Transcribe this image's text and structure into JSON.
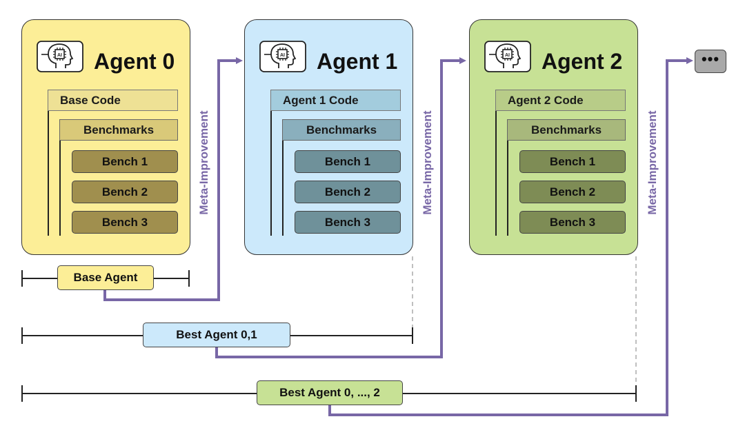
{
  "agents": [
    {
      "title": "Agent 0",
      "code_label": "Base Code",
      "benchmarks_label": "Benchmarks",
      "benches": [
        "Bench 1",
        "Bench 2",
        "Bench 3"
      ],
      "icon": "ai-head-icon",
      "color": "#fcee97"
    },
    {
      "title": "Agent 1",
      "code_label": "Agent 1 Code",
      "benchmarks_label": "Benchmarks",
      "benches": [
        "Bench 1",
        "Bench 2",
        "Bench 3"
      ],
      "icon": "ai-head-icon",
      "color": "#cce9fb"
    },
    {
      "title": "Agent 2",
      "code_label": "Agent 2 Code",
      "benchmarks_label": "Benchmarks",
      "benches": [
        "Bench 1",
        "Bench 2",
        "Bench 3"
      ],
      "icon": "ai-head-icon",
      "color": "#c7e195"
    }
  ],
  "meta_label": "Meta-Improvement",
  "timelines": [
    "Base Agent",
    "Best Agent 0,1",
    "Best Agent 0, ..., 2"
  ],
  "continuation": "•••",
  "colors": {
    "arrow": "#7867a6",
    "line": "#222222",
    "dashed": "#aaaaaa"
  }
}
